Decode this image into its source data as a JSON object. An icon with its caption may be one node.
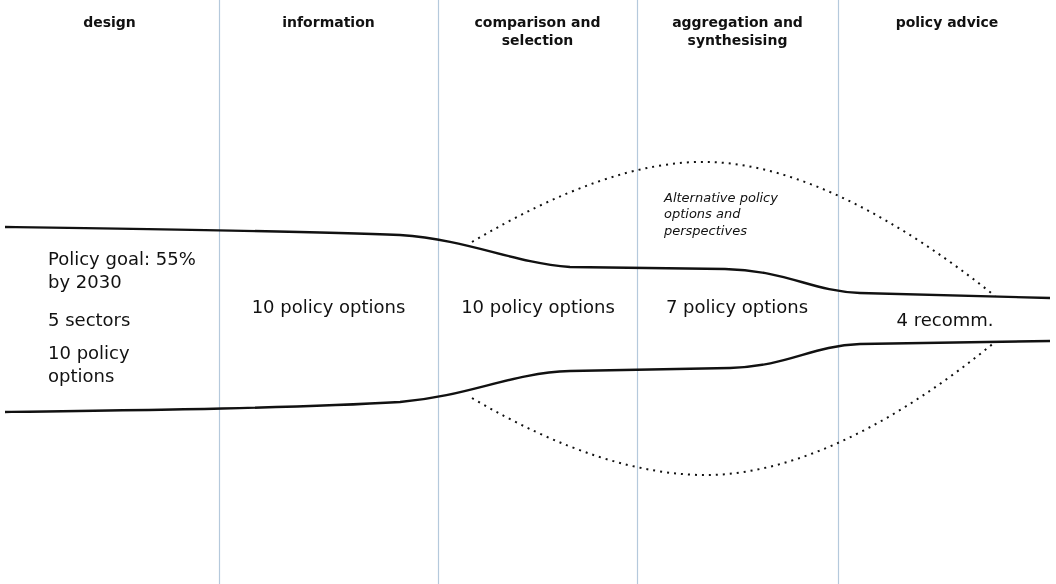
{
  "diagram": {
    "labels": [
      "design",
      "information",
      "comparison and selection",
      "aggregation and synthesising",
      "policy advice",
      "Policy goal: 55% by 2030",
      "5 sectors",
      "10 policy options",
      "10 policy options",
      "10 policy options",
      "7 policy options",
      "4 recomm.",
      "Alternative policy options and perspectives"
    ]
  }
}
